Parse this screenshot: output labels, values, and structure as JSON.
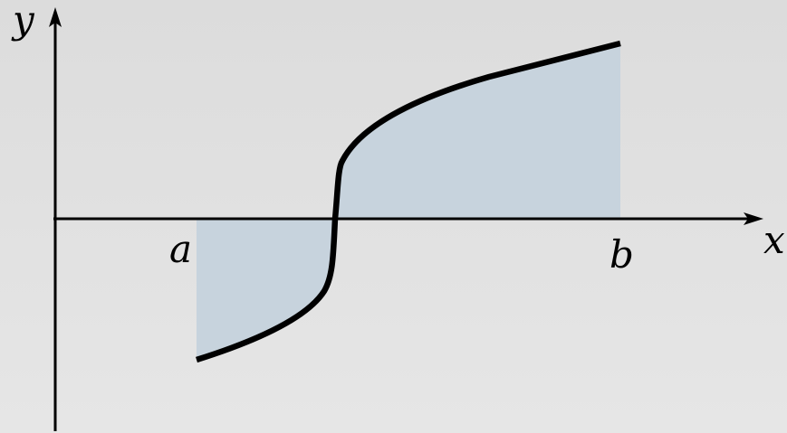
{
  "axes": {
    "y_label": "y",
    "x_label": "x"
  },
  "bounds": {
    "lower_label": "a",
    "upper_label": "b"
  },
  "colors": {
    "area_fill": "#c7d3dd",
    "curve": "#000000",
    "background": "#dedede"
  }
}
